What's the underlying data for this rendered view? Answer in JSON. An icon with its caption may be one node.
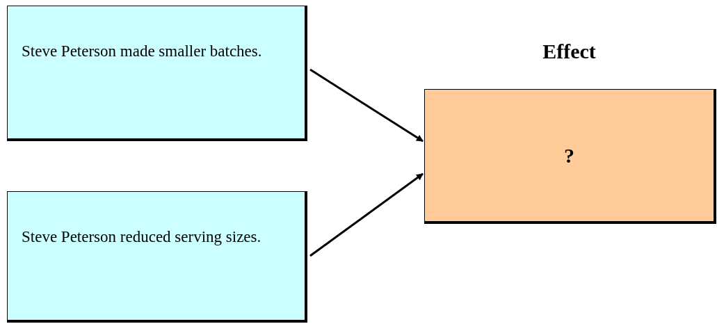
{
  "diagram": {
    "nodes": [
      {
        "text": [
          "Steve Peterson made smaller batches."
        ]
      },
      {
        "text": [
          "Steve Peterson reduced serving sizes."
        ]
      },
      {
        "text": [
          "Effect",
          "?"
        ]
      }
    ],
    "edges": [
      {
        "from": 0,
        "to": 2,
        "arrow": "to"
      },
      {
        "from": 1,
        "to": 2,
        "arrow": "to"
      }
    ]
  }
}
